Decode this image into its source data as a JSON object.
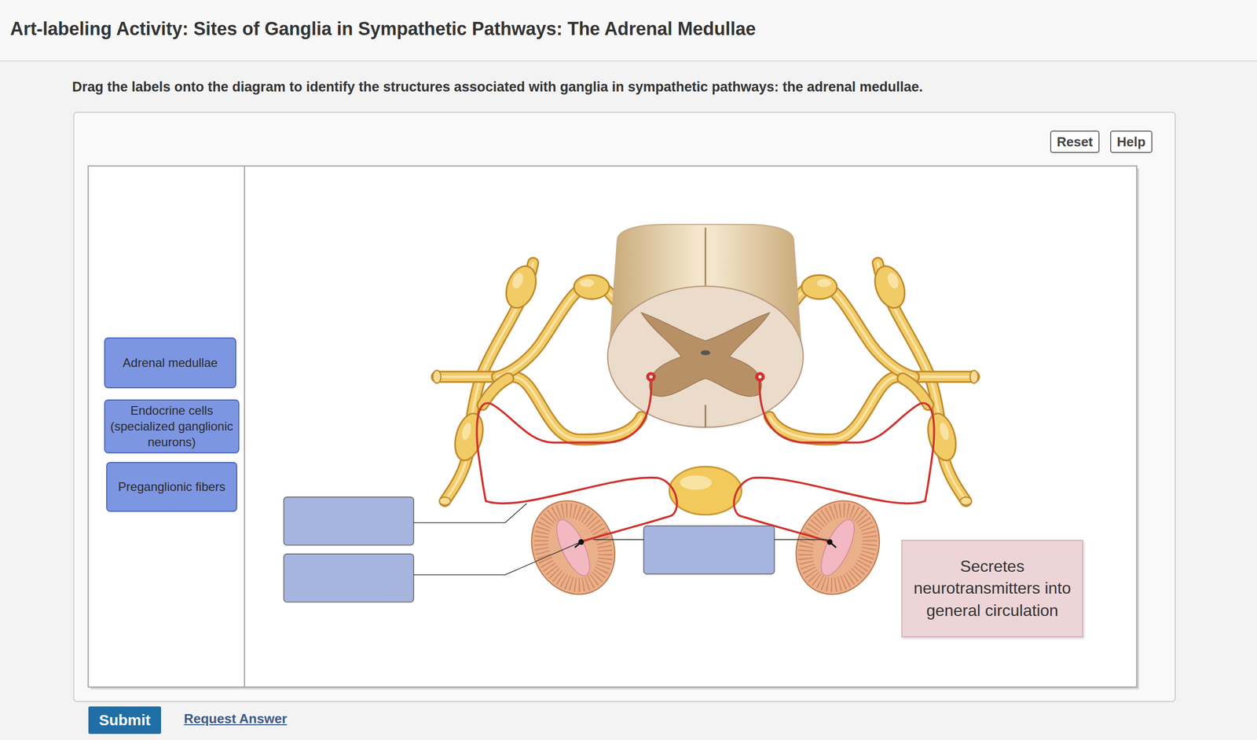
{
  "diagram": {
    "title": "Art-labeling Activity: Sites of Ganglia in Sympathetic Pathways: The Adrenal Medullae",
    "nodes": [
      {
        "text": [
          "Reset"
        ]
      },
      {
        "text": [
          "Help"
        ]
      },
      {
        "text": [
          "Adrenal medullae"
        ]
      },
      {
        "text": [
          "Endocrine cells (specialized ganglionic neurons)"
        ]
      },
      {
        "text": [
          "Preganglionic fibers"
        ]
      },
      {
        "text": [
          "Secretes neurotransmitters into general circulation"
        ]
      },
      {
        "text": [
          "Submit"
        ]
      }
    ],
    "labels": [
      "Drag the labels onto the diagram to identify the structures associated with ganglia in sympathetic pathways: the adrenal medullae.",
      "Request Answer"
    ]
  }
}
